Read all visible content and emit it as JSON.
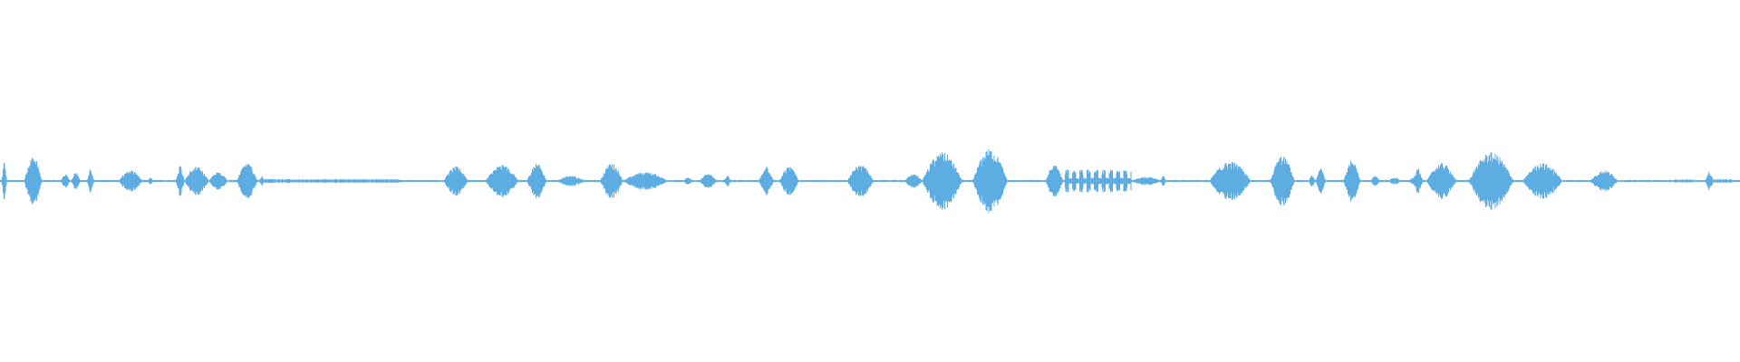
{
  "waveform": {
    "color": "#5DADE2",
    "baseline_amplitude": 0.003,
    "bursts": [
      {
        "start": 0.001,
        "end": 0.004,
        "amplitude": 0.06,
        "shape": "spike"
      },
      {
        "start": 0.014,
        "end": 0.024,
        "amplitude": 0.07,
        "shape": "bell"
      },
      {
        "start": 0.035,
        "end": 0.04,
        "amplitude": 0.02,
        "shape": "bell"
      },
      {
        "start": 0.041,
        "end": 0.046,
        "amplitude": 0.025,
        "shape": "bell"
      },
      {
        "start": 0.05,
        "end": 0.054,
        "amplitude": 0.04,
        "shape": "spike"
      },
      {
        "start": 0.068,
        "end": 0.082,
        "amplitude": 0.03,
        "shape": "bell"
      },
      {
        "start": 0.085,
        "end": 0.088,
        "amplitude": 0.01,
        "shape": "bell"
      },
      {
        "start": 0.101,
        "end": 0.106,
        "amplitude": 0.05,
        "shape": "spike"
      },
      {
        "start": 0.106,
        "end": 0.12,
        "amplitude": 0.04,
        "shape": "bell"
      },
      {
        "start": 0.12,
        "end": 0.131,
        "amplitude": 0.025,
        "shape": "bell"
      },
      {
        "start": 0.136,
        "end": 0.148,
        "amplitude": 0.05,
        "shape": "bell"
      },
      {
        "start": 0.149,
        "end": 0.152,
        "amplitude": 0.015,
        "shape": "spike"
      },
      {
        "start": 0.152,
        "end": 0.23,
        "amplitude": 0.006,
        "shape": "flat"
      },
      {
        "start": 0.255,
        "end": 0.269,
        "amplitude": 0.04,
        "shape": "bell"
      },
      {
        "start": 0.279,
        "end": 0.298,
        "amplitude": 0.045,
        "shape": "bell"
      },
      {
        "start": 0.303,
        "end": 0.314,
        "amplitude": 0.05,
        "shape": "bell"
      },
      {
        "start": 0.32,
        "end": 0.336,
        "amplitude": 0.015,
        "shape": "bell"
      },
      {
        "start": 0.345,
        "end": 0.358,
        "amplitude": 0.05,
        "shape": "bell"
      },
      {
        "start": 0.358,
        "end": 0.384,
        "amplitude": 0.025,
        "shape": "bell"
      },
      {
        "start": 0.393,
        "end": 0.398,
        "amplitude": 0.01,
        "shape": "bell"
      },
      {
        "start": 0.402,
        "end": 0.412,
        "amplitude": 0.02,
        "shape": "bell"
      },
      {
        "start": 0.416,
        "end": 0.42,
        "amplitude": 0.015,
        "shape": "bell"
      },
      {
        "start": 0.436,
        "end": 0.445,
        "amplitude": 0.045,
        "shape": "spike"
      },
      {
        "start": 0.448,
        "end": 0.459,
        "amplitude": 0.04,
        "shape": "bell"
      },
      {
        "start": 0.487,
        "end": 0.502,
        "amplitude": 0.045,
        "shape": "bell"
      },
      {
        "start": 0.52,
        "end": 0.53,
        "amplitude": 0.02,
        "shape": "bell"
      },
      {
        "start": 0.53,
        "end": 0.553,
        "amplitude": 0.08,
        "shape": "bell"
      },
      {
        "start": 0.559,
        "end": 0.579,
        "amplitude": 0.09,
        "shape": "bell"
      },
      {
        "start": 0.601,
        "end": 0.611,
        "amplitude": 0.045,
        "shape": "bell"
      },
      {
        "start": 0.612,
        "end": 0.65,
        "amplitude": 0.035,
        "shape": "comb"
      },
      {
        "start": 0.65,
        "end": 0.668,
        "amplitude": 0.012,
        "shape": "bell"
      },
      {
        "start": 0.667,
        "end": 0.67,
        "amplitude": 0.02,
        "shape": "spike"
      },
      {
        "start": 0.695,
        "end": 0.719,
        "amplitude": 0.055,
        "shape": "bell"
      },
      {
        "start": 0.73,
        "end": 0.744,
        "amplitude": 0.07,
        "shape": "bell"
      },
      {
        "start": 0.752,
        "end": 0.756,
        "amplitude": 0.02,
        "shape": "spike"
      },
      {
        "start": 0.756,
        "end": 0.762,
        "amplitude": 0.04,
        "shape": "spike"
      },
      {
        "start": 0.772,
        "end": 0.782,
        "amplitude": 0.07,
        "shape": "spike"
      },
      {
        "start": 0.788,
        "end": 0.793,
        "amplitude": 0.015,
        "shape": "bell"
      },
      {
        "start": 0.798,
        "end": 0.805,
        "amplitude": 0.01,
        "shape": "bell"
      },
      {
        "start": 0.81,
        "end": 0.818,
        "amplitude": 0.015,
        "shape": "bell"
      },
      {
        "start": 0.812,
        "end": 0.818,
        "amplitude": 0.04,
        "shape": "spike"
      },
      {
        "start": 0.82,
        "end": 0.837,
        "amplitude": 0.05,
        "shape": "bell"
      },
      {
        "start": 0.844,
        "end": 0.87,
        "amplitude": 0.08,
        "shape": "bell"
      },
      {
        "start": 0.875,
        "end": 0.898,
        "amplitude": 0.05,
        "shape": "bell"
      },
      {
        "start": 0.914,
        "end": 0.93,
        "amplitude": 0.03,
        "shape": "bell"
      },
      {
        "start": 0.962,
        "end": 0.972,
        "amplitude": 0.005,
        "shape": "flat"
      },
      {
        "start": 0.98,
        "end": 0.985,
        "amplitude": 0.03,
        "shape": "spike"
      },
      {
        "start": 0.985,
        "end": 0.995,
        "amplitude": 0.006,
        "shape": "flat"
      }
    ]
  }
}
